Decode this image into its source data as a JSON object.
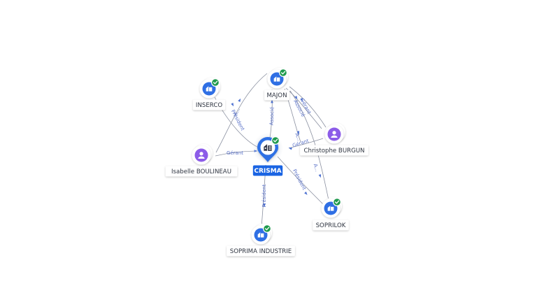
{
  "colors": {
    "company": "#2f6fe4",
    "person": "#8c5ce8",
    "check": "#1f9a4d",
    "main_label_bg": "#1a64e3",
    "edge_label": "#5a72c8"
  },
  "nodes": [
    {
      "id": "crisma",
      "label": "CRISMA",
      "kind": "company",
      "main": true,
      "verified": true
    },
    {
      "id": "inserco",
      "label": "INSERCO",
      "kind": "company",
      "verified": true
    },
    {
      "id": "majon",
      "label": "MAJON",
      "kind": "company",
      "verified": true
    },
    {
      "id": "burgun",
      "label": "Christophe BURGUN",
      "kind": "person"
    },
    {
      "id": "boulineau",
      "label": "Isabelle BOULINEAU",
      "kind": "person"
    },
    {
      "id": "soprilok",
      "label": "SOPRILOK",
      "kind": "company",
      "verified": true
    },
    {
      "id": "soprima",
      "label": "SOPRIMA INDUSTRIE",
      "kind": "company",
      "verified": true
    }
  ],
  "edges": [
    {
      "label": "Président"
    },
    {
      "label": "Associé"
    },
    {
      "label": "Président"
    },
    {
      "label": "Président"
    },
    {
      "label": "Gérant"
    },
    {
      "label": "Gérant"
    },
    {
      "label": "Gérant"
    },
    {
      "label": "Associé"
    },
    {
      "label": "A..."
    },
    {
      "label": "A..."
    },
    {
      "label": "A..."
    }
  ]
}
